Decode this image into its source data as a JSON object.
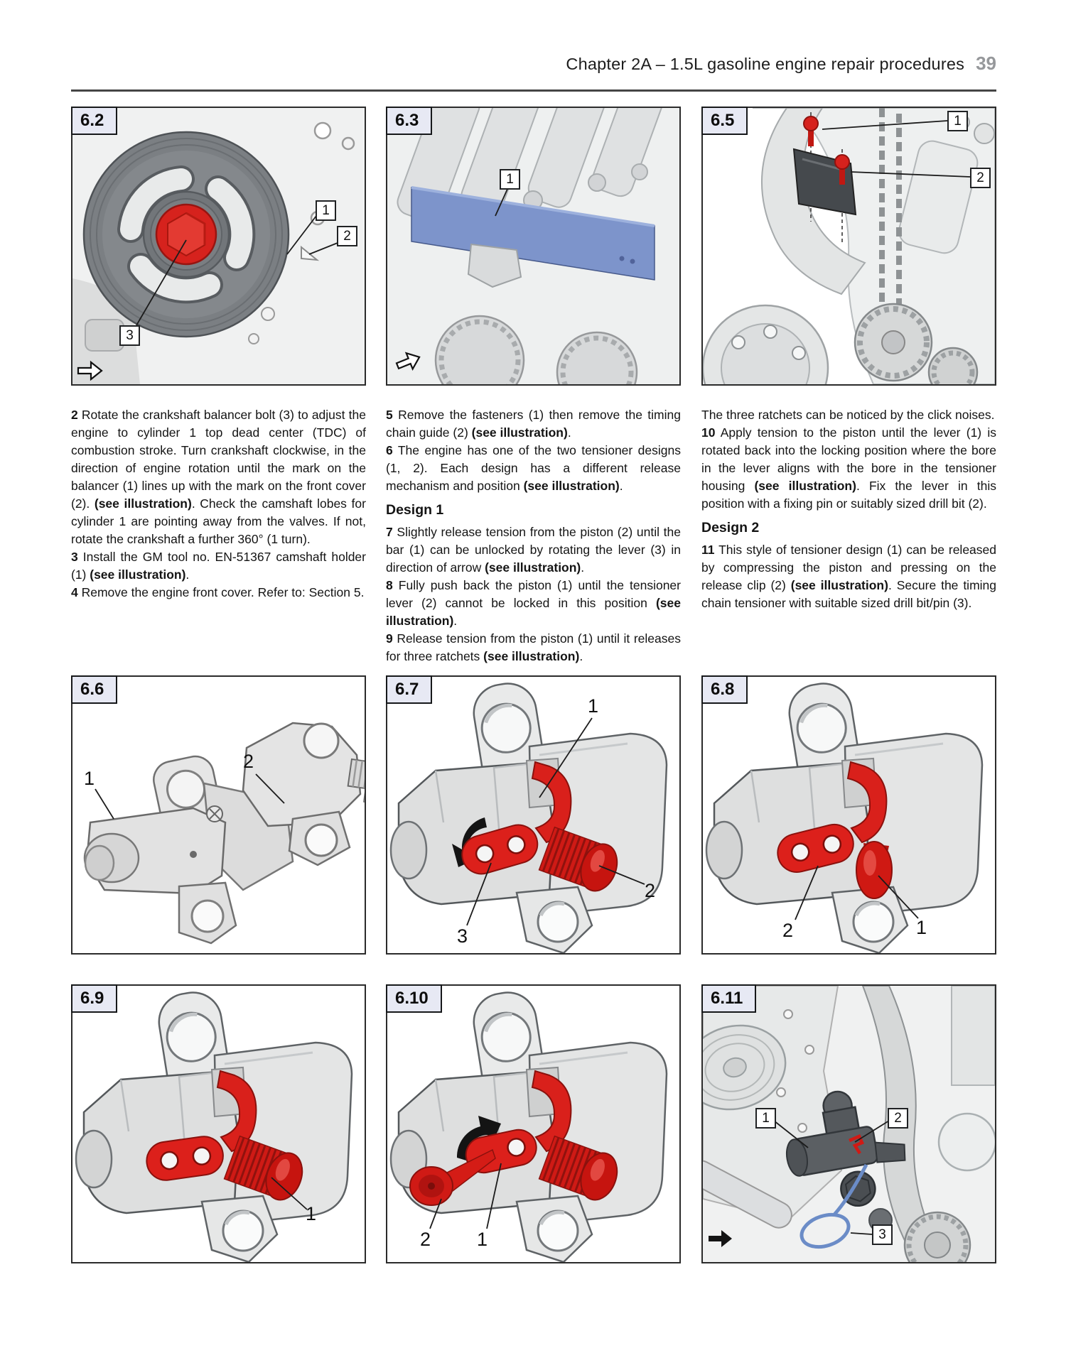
{
  "header": {
    "title": "Chapter 2A – 1.5L gasoline engine repair procedures",
    "page_number": "39"
  },
  "figures": {
    "f62": {
      "label": "6.2",
      "callouts": [
        "1",
        "2",
        "3"
      ]
    },
    "f63": {
      "label": "6.3",
      "callouts": [
        "1"
      ]
    },
    "f65": {
      "label": "6.5",
      "callouts": [
        "1",
        "2"
      ]
    },
    "f66": {
      "label": "6.6",
      "callouts": [
        "1",
        "2"
      ]
    },
    "f67": {
      "label": "6.7",
      "callouts": [
        "1",
        "2",
        "3"
      ]
    },
    "f68": {
      "label": "6.8",
      "callouts": [
        "2",
        "1"
      ]
    },
    "f69": {
      "label": "6.9",
      "callouts": [
        "1"
      ]
    },
    "f610": {
      "label": "6.10",
      "callouts": [
        "2",
        "1"
      ]
    },
    "f611": {
      "label": "6.11",
      "callouts": [
        "1",
        "2",
        "3"
      ]
    }
  },
  "text": {
    "col1": {
      "p2": [
        {
          "b": true,
          "t": "2"
        },
        {
          "b": false,
          "t": " Rotate the crankshaft balancer bolt (3) to adjust the engine to cylinder 1 top dead center (TDC) of combustion stroke. Turn crankshaft clockwise, in the direction of engine rotation until the mark on the balancer (1) lines up with the mark on the front cover (2). "
        },
        {
          "b": true,
          "t": "(see illustration)"
        },
        {
          "b": false,
          "t": ". Check the camshaft lobes for cylinder 1 are pointing away from the valves. If not, rotate the crankshaft a further 360° (1 turn)."
        }
      ],
      "p3": [
        {
          "b": true,
          "t": "3"
        },
        {
          "b": false,
          "t": " Install the GM tool no. EN-51367 camshaft holder (1) "
        },
        {
          "b": true,
          "t": "(see illustration)"
        },
        {
          "b": false,
          "t": "."
        }
      ],
      "p4": [
        {
          "b": true,
          "t": "4"
        },
        {
          "b": false,
          "t": " Remove the engine front cover. Refer to: Section 5."
        }
      ]
    },
    "col2": {
      "p5": [
        {
          "b": true,
          "t": "5"
        },
        {
          "b": false,
          "t": " Remove the fasteners (1) then remove the timing chain guide (2) "
        },
        {
          "b": true,
          "t": "(see illustration)"
        },
        {
          "b": false,
          "t": "."
        }
      ],
      "p6": [
        {
          "b": true,
          "t": "6"
        },
        {
          "b": false,
          "t": " The engine has one of the two tensioner designs (1, 2). Each design has a different release mechanism and position "
        },
        {
          "b": true,
          "t": "(see illustration)"
        },
        {
          "b": false,
          "t": "."
        }
      ],
      "h_design1": "Design 1",
      "p7": [
        {
          "b": true,
          "t": "7"
        },
        {
          "b": false,
          "t": " Slightly release tension from the piston (2) until the bar (1) can be unlocked by rotating the lever (3) in direction of arrow "
        },
        {
          "b": true,
          "t": "(see illustration)"
        },
        {
          "b": false,
          "t": "."
        }
      ],
      "p8": [
        {
          "b": true,
          "t": "8"
        },
        {
          "b": false,
          "t": " Fully push back the piston (1) until the tensioner lever (2) cannot be locked in this position "
        },
        {
          "b": true,
          "t": "(see illustration)"
        },
        {
          "b": false,
          "t": "."
        }
      ],
      "p9": [
        {
          "b": true,
          "t": "9"
        },
        {
          "b": false,
          "t": " Release tension from the piston (1) until it releases for three ratchets "
        },
        {
          "b": true,
          "t": "(see illustration)"
        },
        {
          "b": false,
          "t": "."
        }
      ]
    },
    "col3": {
      "p9cont": [
        {
          "b": false,
          "t": "The three ratchets can be noticed by the click noises."
        }
      ],
      "p10": [
        {
          "b": true,
          "t": "10"
        },
        {
          "b": false,
          "t": " Apply tension to the piston until the lever (1) is rotated back into the locking position where the bore in the lever aligns with the bore in the tensioner housing "
        },
        {
          "b": true,
          "t": "(see illustration)"
        },
        {
          "b": false,
          "t": ". Fix the lever in this position with a fixing pin or suitably sized drill bit (2)."
        }
      ],
      "h_design2": "Design 2",
      "p11": [
        {
          "b": true,
          "t": "11"
        },
        {
          "b": false,
          "t": " This style of tensioner design (1) can be released by compressing the piston and pressing on the release clip (2) "
        },
        {
          "b": true,
          "t": "(see illustration)"
        },
        {
          "b": false,
          "t": ". Secure the timing chain tensioner with suitable sized drill bit/pin (3)."
        }
      ]
    }
  },
  "colors": {
    "accent_red": "#d9201b",
    "tool_blue": "#7d94cb",
    "pin_blue": "#6b8cc7",
    "label_box": "#e7e9f4",
    "page_number_gray": "#96989b"
  }
}
